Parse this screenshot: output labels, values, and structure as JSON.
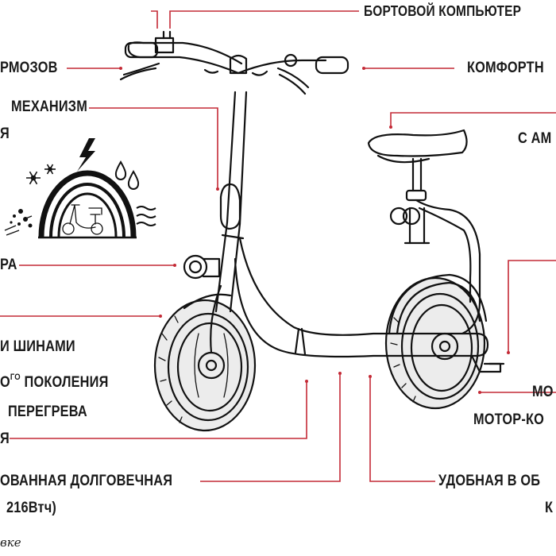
{
  "labels": {
    "onboard_computer": "БОРТОВОЙ КОМПЬЮТЕР",
    "brakes": "РМОЗОВ",
    "comfort": "КОМФОРТН",
    "mechanism_1": "МЕХАНИЗМ",
    "mechanism_2": "Я",
    "seat": "С АМ",
    "headlight": "РА",
    "tires": "И ШИНАМИ",
    "motor_gen_prefix": "О",
    "motor_gen_sup": "ГО",
    "motor_gen_suffix": " ПОКОЛЕНИЯ",
    "overheat": "ПЕРЕГРЕВА",
    "fragment_ya": "Я",
    "motor_1": "МО",
    "motor_2": "МОТОР-КО",
    "battery_1": "ОВАННАЯ ДОЛГОВЕЧНАЯ",
    "battery_2": "216Втч)",
    "convenient": "УДОБНАЯ В ОБ",
    "fragment_k": "К",
    "note": "вке"
  },
  "colors": {
    "leader_line": "#c42a36",
    "text": "#1a1a1a",
    "tire_fill": "#ececec",
    "outline": "#111111"
  },
  "icons": [
    "lightning-icon",
    "snowflake-icon",
    "water-drops-icon",
    "wind-icon",
    "dust-icon",
    "protection-arch-icon",
    "scooter-icon"
  ]
}
